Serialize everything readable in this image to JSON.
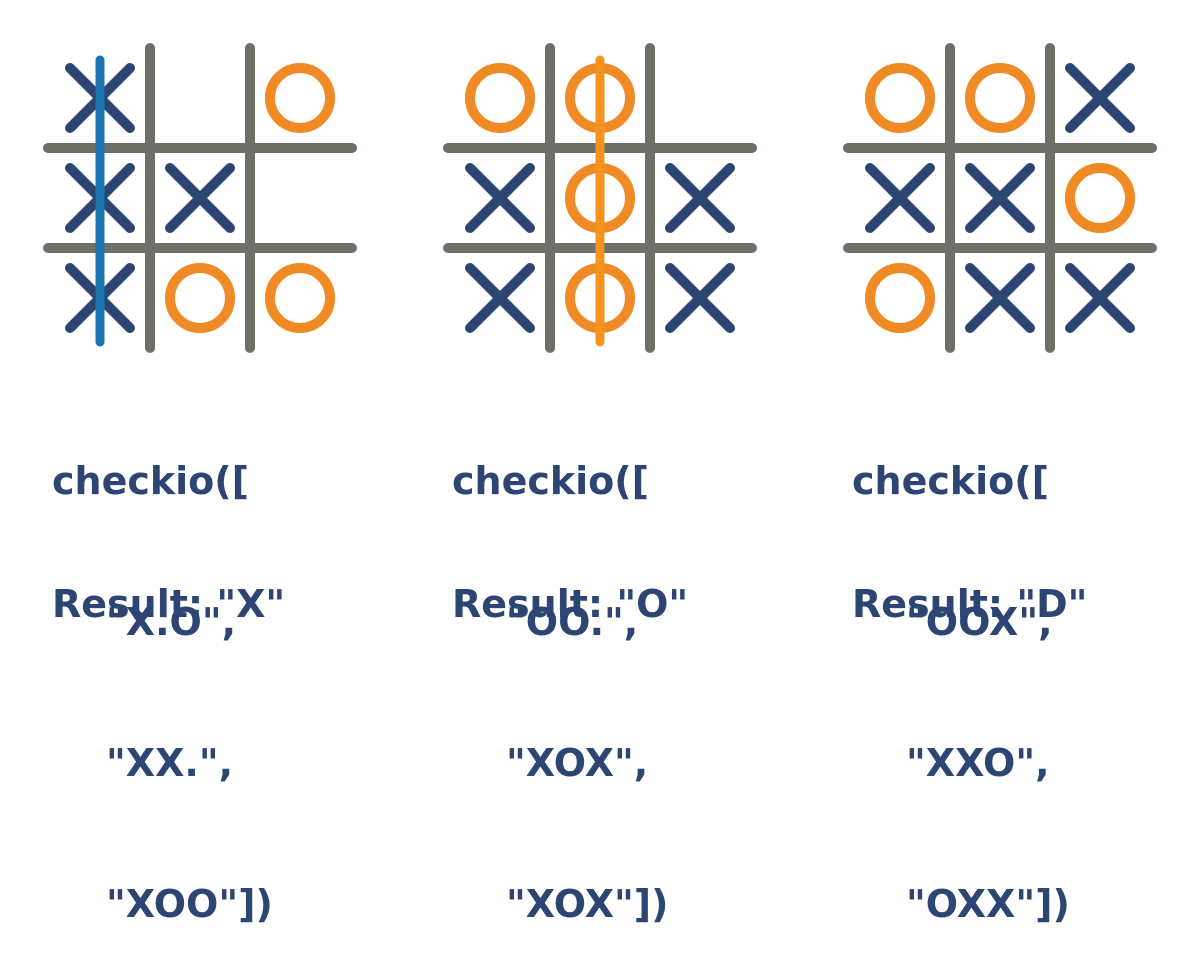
{
  "colors": {
    "grid": "#6f6f6a",
    "x_mark": "#2d4573",
    "o_mark": "#f08a24",
    "win_x": "#1a75b0",
    "win_o": "#f5931f",
    "text": "#2d4573"
  },
  "examples": [
    {
      "board": [
        "X.O",
        "XX.",
        "XOO"
      ],
      "win_line": {
        "type": "column",
        "index": 0,
        "player": "X"
      },
      "code_open": "checkio([",
      "rows": [
        "\"X.O\",",
        "\"XX.\",",
        "\"XOO\"])"
      ],
      "result": "Result: \"X\""
    },
    {
      "board": [
        "OO.",
        "XOX",
        "XOX"
      ],
      "win_line": {
        "type": "column",
        "index": 1,
        "player": "O"
      },
      "code_open": "checkio([",
      "rows": [
        "\"OO.\",",
        "\"XOX\",",
        "\"XOX\"])"
      ],
      "result": "Result: \"O\""
    },
    {
      "board": [
        "OOX",
        "XXO",
        "OXX"
      ],
      "win_line": null,
      "code_open": "checkio([",
      "rows": [
        "\"OOX\",",
        "\"XXO\",",
        "\"OXX\"])"
      ],
      "result": "Result: \"D\""
    }
  ]
}
